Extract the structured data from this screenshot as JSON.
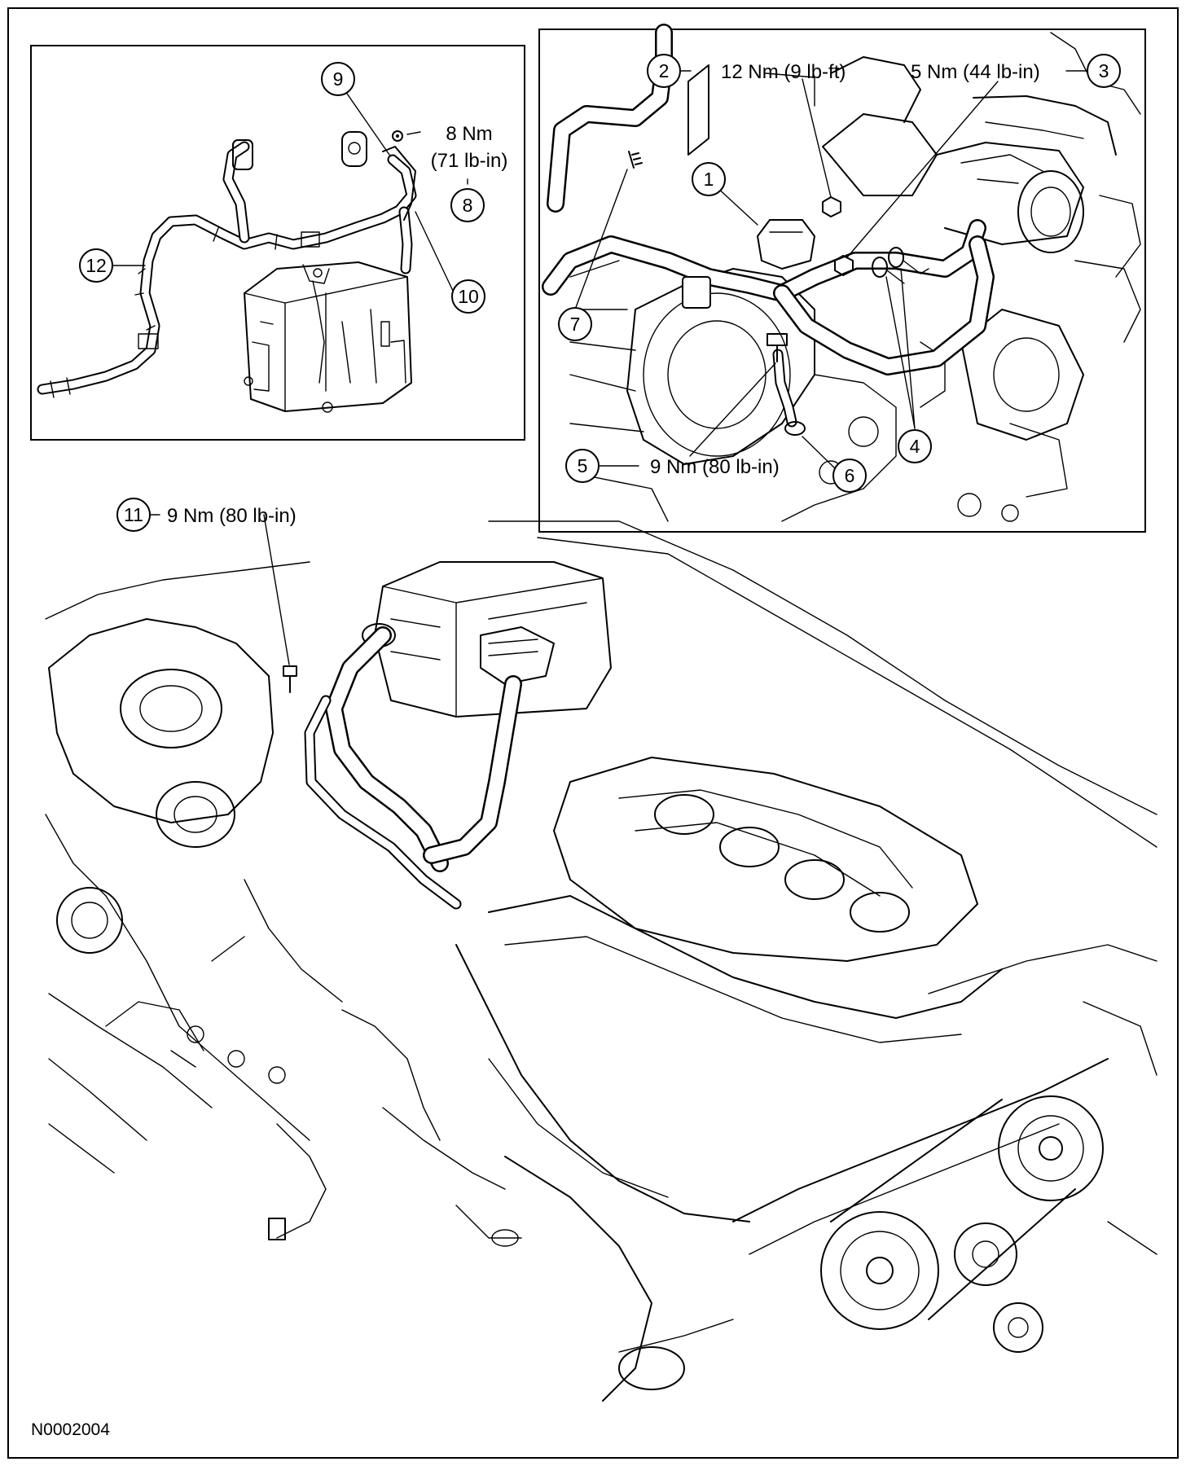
{
  "figure_id": "N0002004",
  "callouts": {
    "c1": "1",
    "c2": "2",
    "c3": "3",
    "c4": "4",
    "c5": "5",
    "c6": "6",
    "c7": "7",
    "c8": "8",
    "c9": "9",
    "c10": "10",
    "c11": "11",
    "c12": "12"
  },
  "torques": {
    "t2": "12 Nm (9 lb-ft)",
    "t3": "5 Nm (44 lb-in)",
    "t5": "9 Nm (80 lb-in)",
    "t8_nm": "8 Nm",
    "t8_lbin": "(71 lb-in)",
    "t11": "9 Nm (80 lb-in)"
  }
}
